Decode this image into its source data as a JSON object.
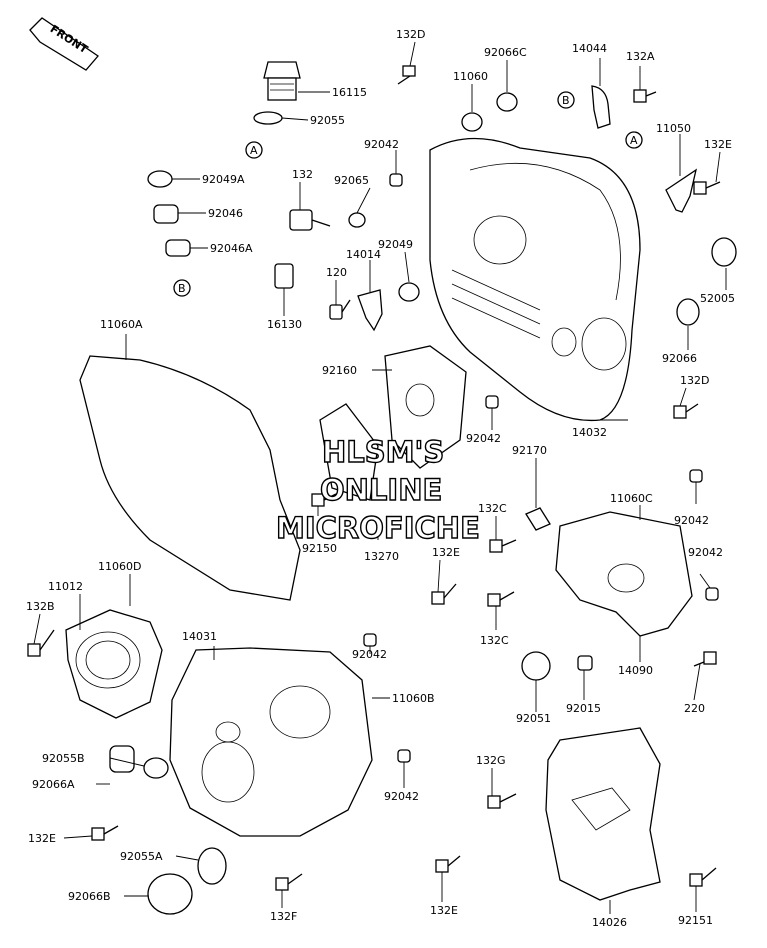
{
  "front_tag": "FRONT",
  "watermark": [
    "HLSM'S",
    "ONLINE",
    "MICROFICHE"
  ],
  "callout_letters": [
    "A",
    "B"
  ],
  "parts": {
    "p132D_top": "132D",
    "p16115": "16115",
    "p92055": "92055",
    "p92049A": "92049A",
    "p92046": "92046",
    "p92046A": "92046A",
    "p132": "132",
    "p16130": "16130",
    "p120": "120",
    "p11060": "11060",
    "p92066C": "92066C",
    "p14044": "14044",
    "p132A": "132A",
    "p92042_a": "92042",
    "p92065": "92065",
    "p92049": "92049",
    "p14014": "14014",
    "p11050": "11050",
    "p132E_a": "132E",
    "p52005": "52005",
    "p92066": "92066",
    "p132D_b": "132D",
    "p14032": "14032",
    "p92042_b": "92042",
    "p11060A": "11060A",
    "p92160": "92160",
    "p92170": "92170",
    "p11060C": "11060C",
    "p132C_a": "132C",
    "p92042_c": "92042",
    "p92150": "92150",
    "p13270": "13270",
    "p132E_b": "132E",
    "p92042_d": "92042",
    "p132C_b": "132C",
    "p14090": "14090",
    "p92051": "92051",
    "p92015": "92015",
    "p220": "220",
    "p11060D": "11060D",
    "p11012": "11012",
    "p132B": "132B",
    "p14031": "14031",
    "p92042_e": "92042",
    "p11060B": "11060B",
    "p92055B": "92055B",
    "p92066A": "92066A",
    "p92042_f": "92042",
    "p132E_c": "132E",
    "p92055A": "92055A",
    "p92066B": "92066B",
    "p132F": "132F",
    "p132G": "132G",
    "p132E_d": "132E",
    "p14026": "14026",
    "p92151": "92151"
  }
}
